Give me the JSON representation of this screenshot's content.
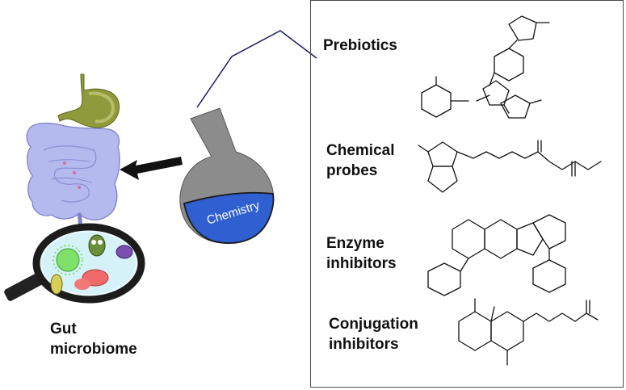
{
  "flask": {
    "label": "Chemistry"
  },
  "microbiome": {
    "label_line1": "Gut",
    "label_line2": "microbiome"
  },
  "categories": [
    {
      "line1": "Prebiotics",
      "line2": ""
    },
    {
      "line1": "Chemical",
      "line2": "probes"
    },
    {
      "line1": "Enzyme",
      "line2": "inhibitors"
    },
    {
      "line1": "Conjugation",
      "line2": "inhibitors"
    }
  ],
  "colors": {
    "flask_body": "#8c8c8c",
    "flask_liquid": "#2f5fd0",
    "intestine": "#b4b9ee",
    "stomach": "#8f9a3c",
    "panel_border": "#4a4a4a"
  },
  "icons": [
    "stomach-icon",
    "intestine-icon",
    "magnifier-icon",
    "bacteria-icon",
    "flask-icon",
    "arrow-icon"
  ]
}
